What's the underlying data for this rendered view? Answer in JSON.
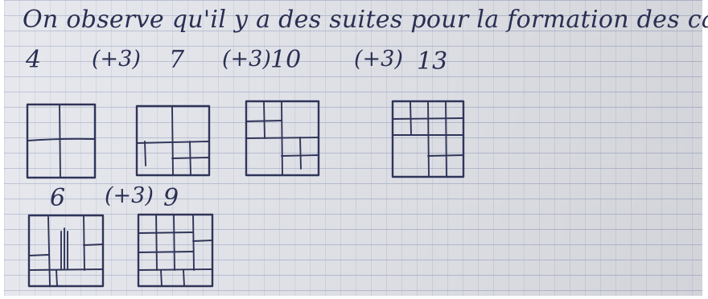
{
  "note": {
    "line_1": "On observe qu'il y a des suites pour la formation des carrés,",
    "sequence_row_1": [
      "4",
      "(+3)",
      "7",
      "(+3)",
      "10",
      "(+3)",
      "13"
    ],
    "sequence_row_2": [
      "6",
      "(+3)",
      "9"
    ]
  },
  "colors": {
    "paper": "#e4e6ec",
    "ruling": "#96a0be",
    "ink": "#2a2f52"
  }
}
